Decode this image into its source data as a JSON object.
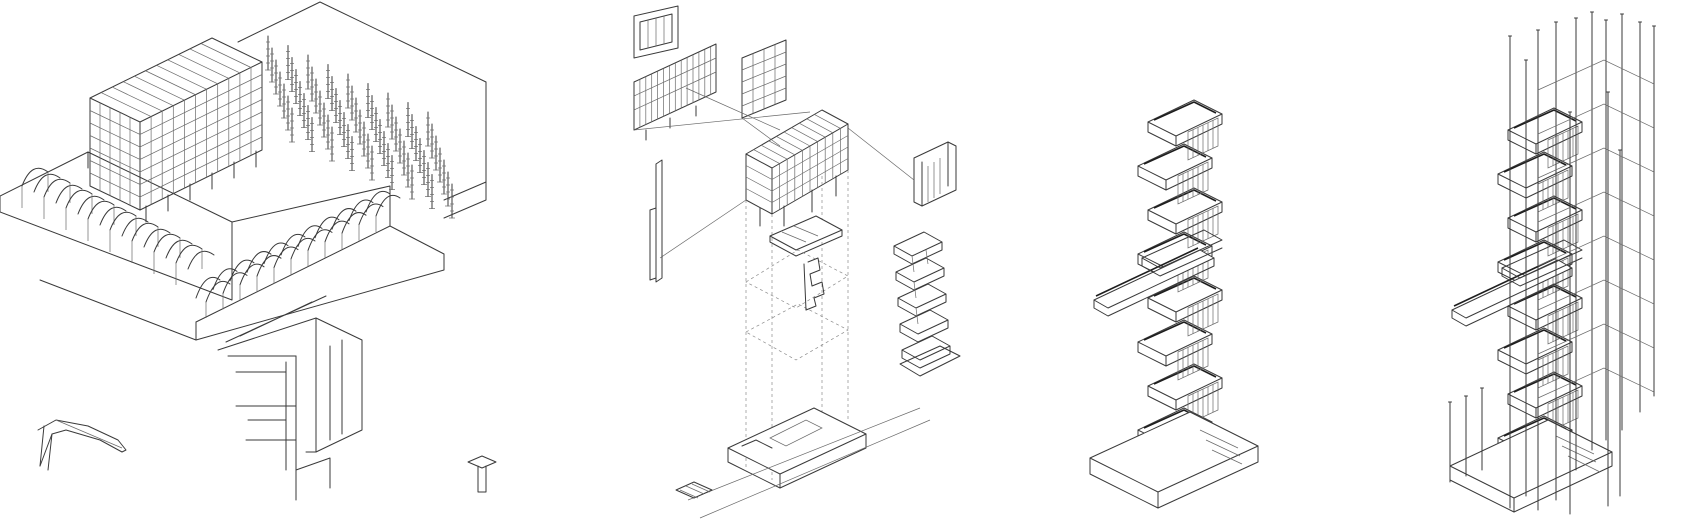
{
  "drawing": {
    "background": "#ffffff",
    "line_color": "#3a3a3a",
    "panels": [
      "campus-axonometric",
      "exploded-axonometric",
      "stair-tower-axonometric",
      "stair-tower-with-columns-axonometric"
    ]
  }
}
